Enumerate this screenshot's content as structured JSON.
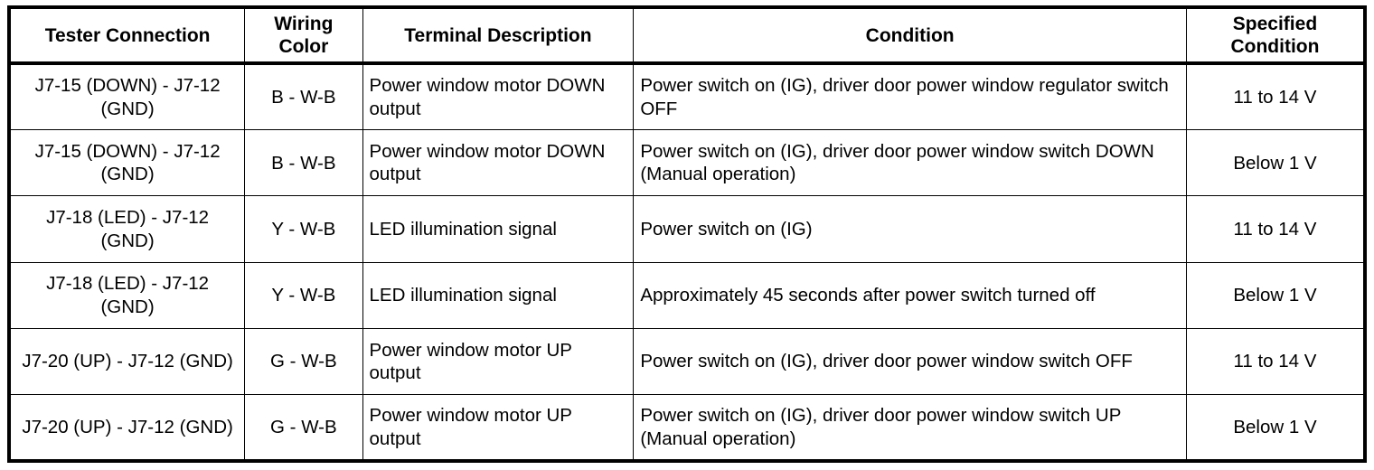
{
  "table": {
    "headers": [
      "Tester Connection",
      "Wiring Color",
      "Terminal Description",
      "Condition",
      "Specified Condition"
    ],
    "rows": [
      {
        "tester_connection": "J7-15 (DOWN) - J7-12 (GND)",
        "wiring_color": "B - W-B",
        "terminal_description": "Power window motor DOWN output",
        "condition": "Power switch on (IG), driver door power window regulator switch OFF",
        "specified_condition": "11 to 14 V"
      },
      {
        "tester_connection": "J7-15 (DOWN) - J7-12 (GND)",
        "wiring_color": "B - W-B",
        "terminal_description": "Power window motor DOWN output",
        "condition": "Power switch on (IG), driver door power window switch DOWN (Manual operation)",
        "specified_condition": "Below 1 V"
      },
      {
        "tester_connection": "J7-18 (LED) - J7-12 (GND)",
        "wiring_color": "Y - W-B",
        "terminal_description": "LED illumination signal",
        "condition": "Power switch on (IG)",
        "specified_condition": "11 to 14 V"
      },
      {
        "tester_connection": "J7-18 (LED) - J7-12 (GND)",
        "wiring_color": "Y - W-B",
        "terminal_description": "LED illumination signal",
        "condition": "Approximately 45 seconds after power switch turned off",
        "specified_condition": "Below 1 V"
      },
      {
        "tester_connection": "J7-20 (UP) - J7-12 (GND)",
        "wiring_color": "G - W-B",
        "terminal_description": "Power window motor UP output",
        "condition": "Power switch on (IG), driver door power window switch OFF",
        "specified_condition": "11 to 14 V"
      },
      {
        "tester_connection": "J7-20 (UP) - J7-12 (GND)",
        "wiring_color": "G - W-B",
        "terminal_description": "Power window motor UP output",
        "condition": "Power switch on (IG), driver door power window switch UP (Manual operation)",
        "specified_condition": "Below 1 V"
      }
    ]
  },
  "colors": {
    "border": "#000000",
    "text": "#000000",
    "background": "#ffffff"
  }
}
